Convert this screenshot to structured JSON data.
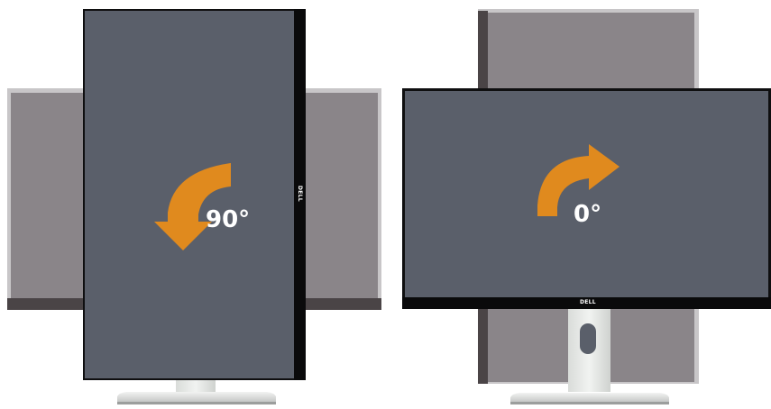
{
  "left_panel": {
    "rotation_label": "90°",
    "brand": "DELL"
  },
  "right_panel": {
    "rotation_label": "0°",
    "brand": "DELL"
  },
  "colors": {
    "screen": "#5a5f6a",
    "ghost_screen": "#8a8589",
    "ghost_bezel": "#c7c5c7",
    "bezel_dark": "#0f0f10",
    "base_silver": "#d7d9d8",
    "stand_silver": "#e3e6e3",
    "arrow": "#e08a1e"
  }
}
